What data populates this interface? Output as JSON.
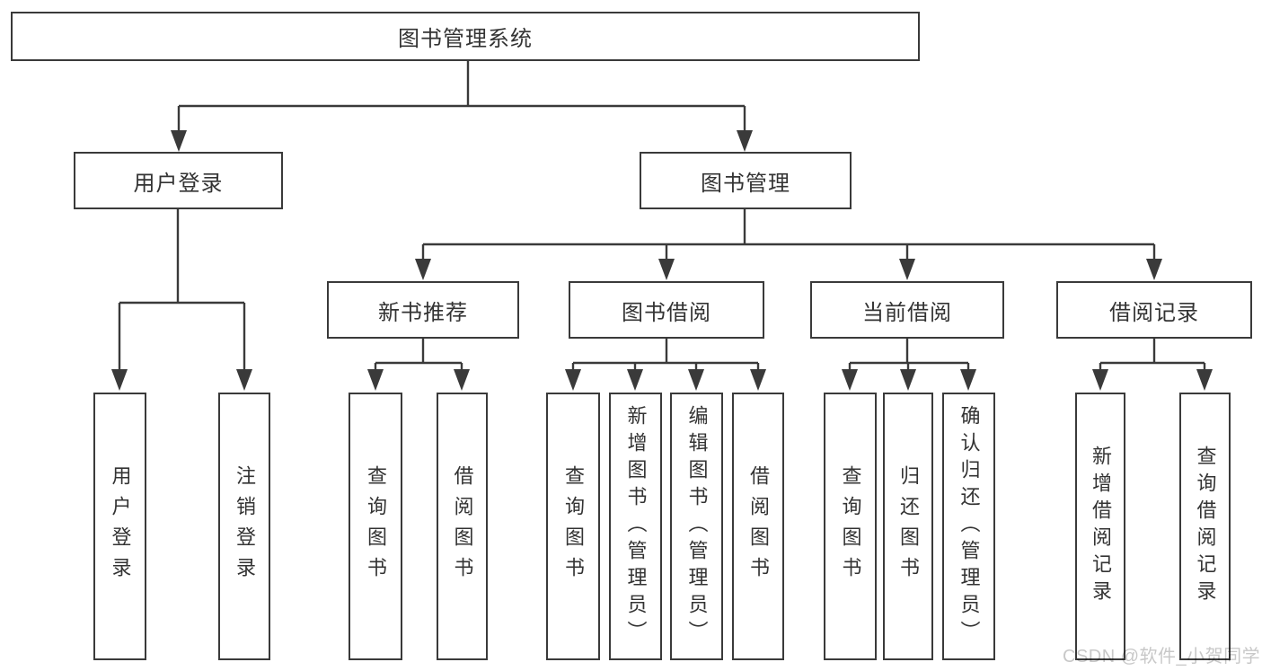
{
  "title": "图书管理系统",
  "level2": {
    "user_login": "用户登录",
    "book_mgmt": "图书管理"
  },
  "level3": {
    "new_books": "新书推荐",
    "borrowing": "图书借阅",
    "current": "当前借阅",
    "records": "借阅记录"
  },
  "leaves": {
    "user_login": [
      "用户登录",
      "注销登录"
    ],
    "new_books": [
      "查询图书",
      "借阅图书"
    ],
    "borrowing": [
      "查询图书",
      "新增图书（管理员）",
      "编辑图书（管理员）",
      "借阅图书"
    ],
    "current": [
      "查询图书",
      "归还图书",
      "确认归还（管理员）"
    ],
    "records": [
      "新增借阅记录",
      "查询借阅记录"
    ]
  },
  "watermark": "CSDN @软件_小贺同学",
  "colors": {
    "line": "#3a3a3a",
    "text": "#333333",
    "watermark": "#c8c8c8",
    "background": "#ffffff"
  }
}
